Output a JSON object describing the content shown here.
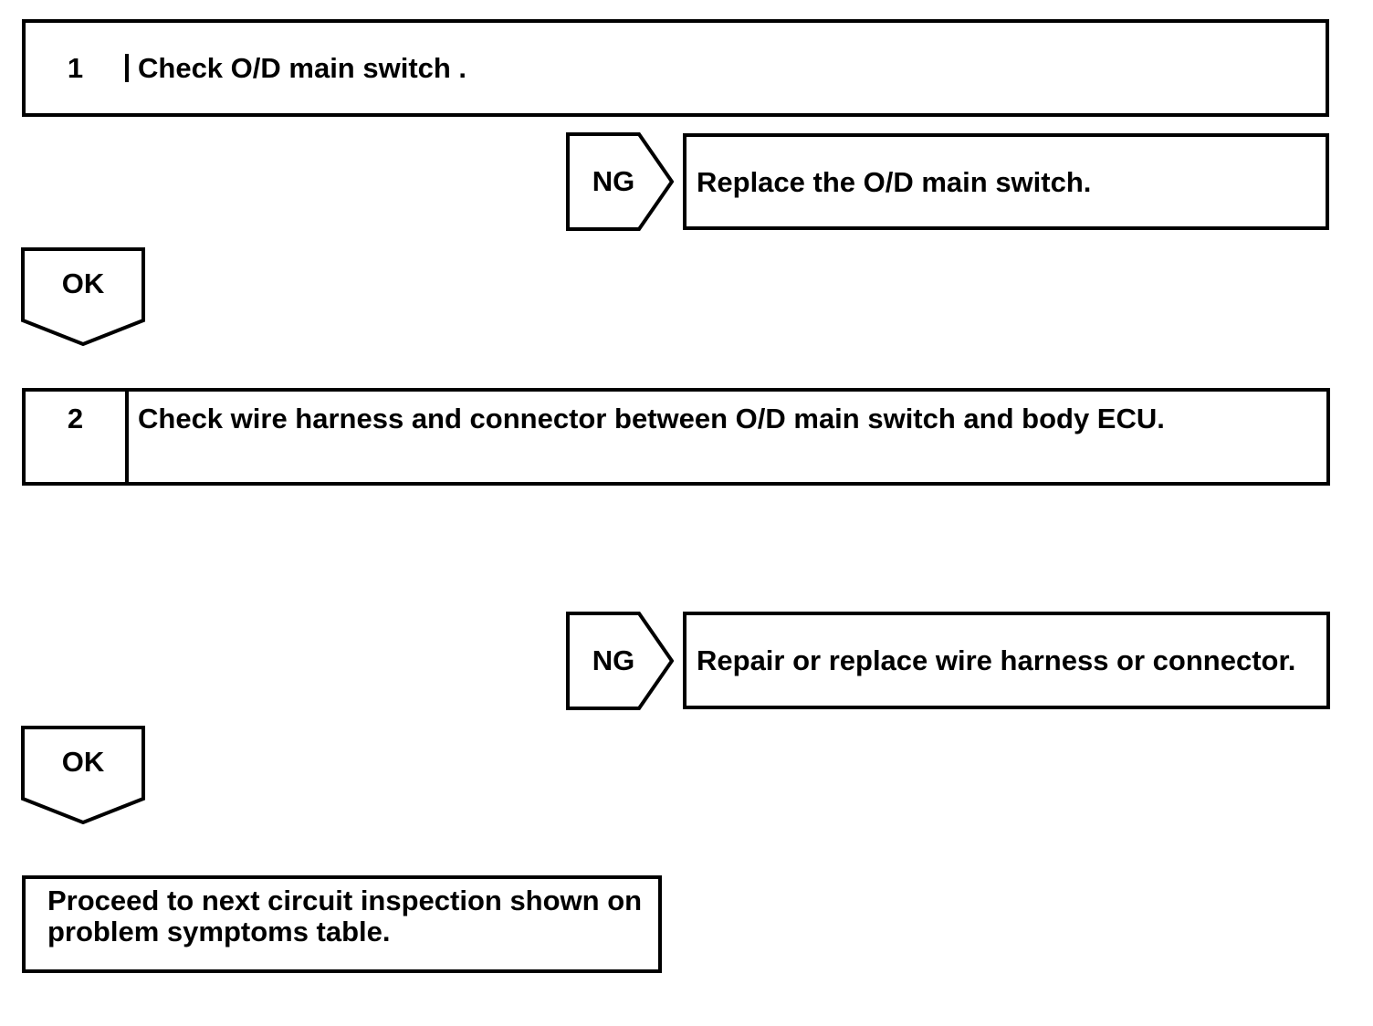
{
  "colors": {
    "line": "#000000",
    "background": "#ffffff"
  },
  "flowchart": {
    "steps": [
      {
        "number": "1",
        "instruction": "Check O/D main switch .",
        "ng_label": "NG",
        "ng_result": "Replace the O/D main switch.",
        "ok_label": "OK"
      },
      {
        "number": "2",
        "instruction": "Check wire harness and connector between O/D main switch and body ECU.",
        "ng_label": "NG",
        "ng_result": "Repair or replace wire harness or connector.",
        "ok_label": "OK"
      }
    ],
    "terminal": {
      "line1": "Proceed to next circuit inspection shown on",
      "line2": "problem symptoms table."
    }
  }
}
